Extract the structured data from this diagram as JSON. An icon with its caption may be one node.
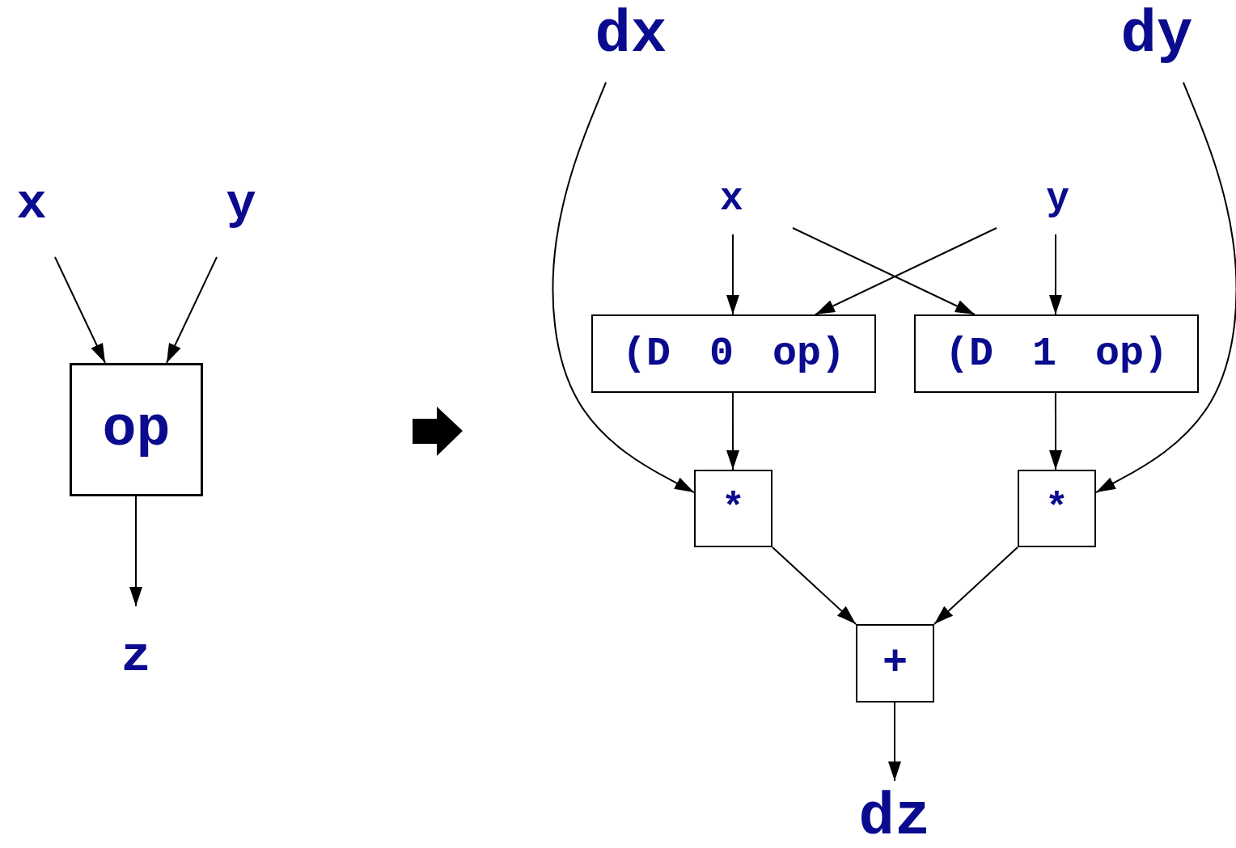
{
  "diagram": {
    "nodes": [
      {
        "text": [
          "x"
        ]
      },
      {
        "text": [
          "y"
        ]
      },
      {
        "text": [
          "op"
        ]
      },
      {
        "text": [
          "z"
        ]
      },
      {
        "text": [
          "dx"
        ]
      },
      {
        "text": [
          "dy"
        ]
      },
      {
        "text": [
          "x"
        ]
      },
      {
        "text": [
          "y"
        ]
      },
      {
        "text": [
          "(D 0 op)"
        ]
      },
      {
        "text": [
          "(D 1 op)"
        ]
      },
      {
        "text": [
          "*"
        ]
      },
      {
        "text": [
          "*"
        ]
      },
      {
        "text": [
          "+"
        ]
      },
      {
        "text": [
          "dz"
        ]
      }
    ],
    "edges": [
      {
        "from": 0,
        "to": 2,
        "arrow": "to"
      },
      {
        "from": 1,
        "to": 2,
        "arrow": "to"
      },
      {
        "from": 2,
        "to": 3,
        "arrow": "to"
      },
      {
        "from": 6,
        "to": 8,
        "arrow": "to"
      },
      {
        "from": 7,
        "to": 8,
        "arrow": "to"
      },
      {
        "from": 6,
        "to": 9,
        "arrow": "to"
      },
      {
        "from": 7,
        "to": 9,
        "arrow": "to"
      },
      {
        "from": 4,
        "to": 10,
        "arrow": "to"
      },
      {
        "from": 5,
        "to": 11,
        "arrow": "to"
      },
      {
        "from": 8,
        "to": 10,
        "arrow": "to"
      },
      {
        "from": 9,
        "to": 11,
        "arrow": "to"
      },
      {
        "from": 10,
        "to": 12,
        "arrow": "to"
      },
      {
        "from": 11,
        "to": 12,
        "arrow": "to"
      },
      {
        "from": 12,
        "to": 13,
        "arrow": "to"
      }
    ]
  }
}
